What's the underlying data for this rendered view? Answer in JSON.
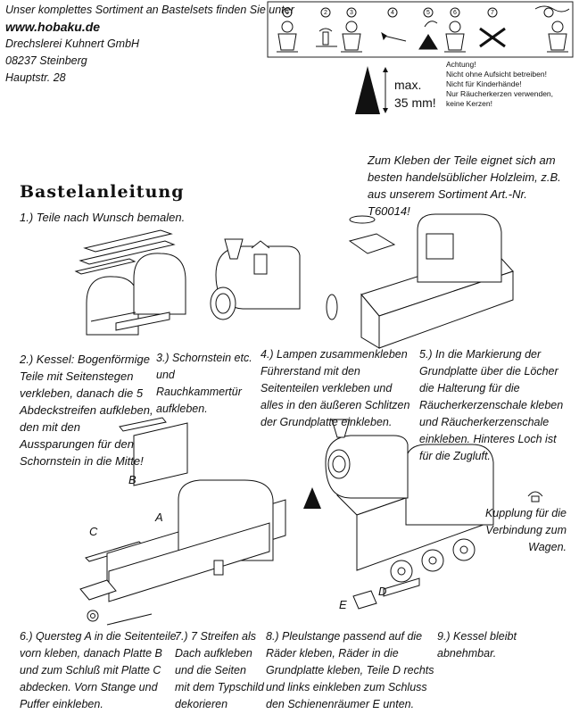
{
  "header": {
    "line1": "Unser komplettes Sortiment an Bastelsets finden Sie unter",
    "website": "www.hobaku.de",
    "company": "Drechslerei Kuhnert GmbH",
    "city": "08237 Steinberg",
    "street": "Hauptstr. 28"
  },
  "safety": {
    "warning_lines": [
      "Achtung!",
      "Nicht ohne Aufsicht betreiben!",
      "Nicht für Kinderhände!",
      "Nur Räucherkerzen verwenden,",
      "keine Kerzen!"
    ],
    "max_label": "max.",
    "max_value": "35 mm!",
    "icon_numbers": [
      "1",
      "2",
      "3",
      "4",
      "5",
      "6",
      "7"
    ]
  },
  "title": "Bastelanleitung",
  "glue_note": "Zum Kleben der Teile eignet sich am besten handelsüblicher Holzleim, z.B. aus unserem Sortiment Art.-Nr. T60014!",
  "steps": {
    "s1": "1.) Teile nach Wunsch bemalen.",
    "s2": "2.) Kessel: Bogenförmige Teile mit Seitenstegen verkleben, danach die 5 Abdeckstreifen aufkleben, den mit den Aussparungen für den Schornstein in die Mitte!",
    "s3": "3.) Schornstein etc. und Rauchkammertür aufkleben.",
    "s4": "4.) Lampen zusammenkleben Führerstand mit den Seitenteilen verkleben und alles in den äußeren Schlitzen der Grundplatte einkleben.",
    "s5": "5.) In die Markierung der Grundplatte über die Löcher die Halterung für die Räucherkerzenschale kleben und Räucherkerzenschale einkleben. Hinteres Loch ist für die Zugluft.",
    "s6": "6.) Quersteg A in die Seitenteile vorn kleben, danach Platte B und zum Schluß mit Platte C abdecken. Vorn Stange und Puffer einkleben.",
    "s7": "7.) 7 Streifen als Dach aufkleben und die Seiten mit dem Typschild dekorieren",
    "s8": "8.) Pleulstange passend auf die Räder kleben, Räder in die Grundplatte kleben, Teile D rechts und links einkleben zum Schluss den Schienenräumer E unten.",
    "s9": "9.) Kessel bleibt abnehmbar."
  },
  "kupplung": "Kupplung für die Verbindung zum Wagen.",
  "part_labels": {
    "A": "A",
    "B": "B",
    "C": "C",
    "D": "D",
    "E": "E"
  }
}
